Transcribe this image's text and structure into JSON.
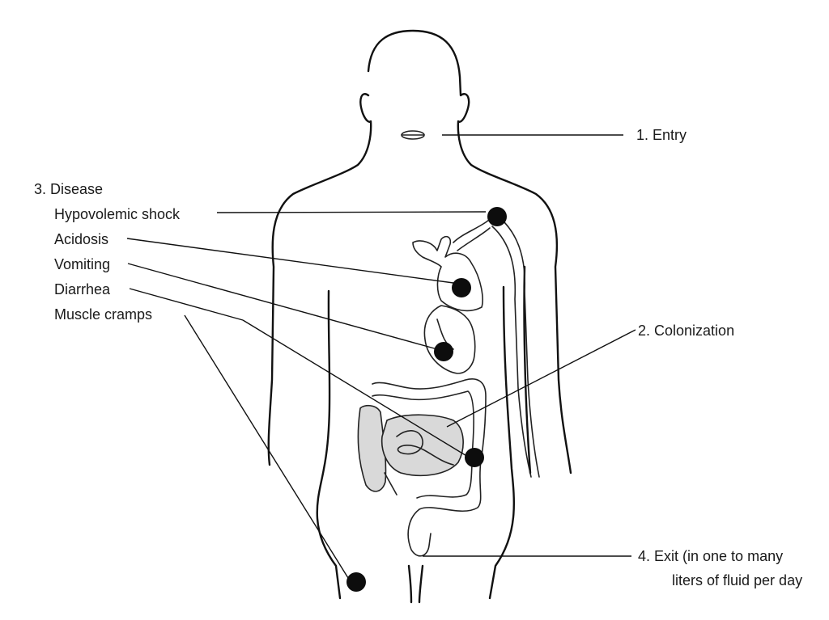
{
  "stages": {
    "entry": "1. Entry",
    "colonization": "2. Colonization",
    "disease": "3. Disease",
    "exit_line1": "4. Exit (in one to many",
    "exit_line2": "liters of fluid per day"
  },
  "disease_symptoms": [
    "Hypovolemic shock",
    "Acidosis",
    "Vomiting",
    "Diarrhea",
    "Muscle cramps"
  ]
}
